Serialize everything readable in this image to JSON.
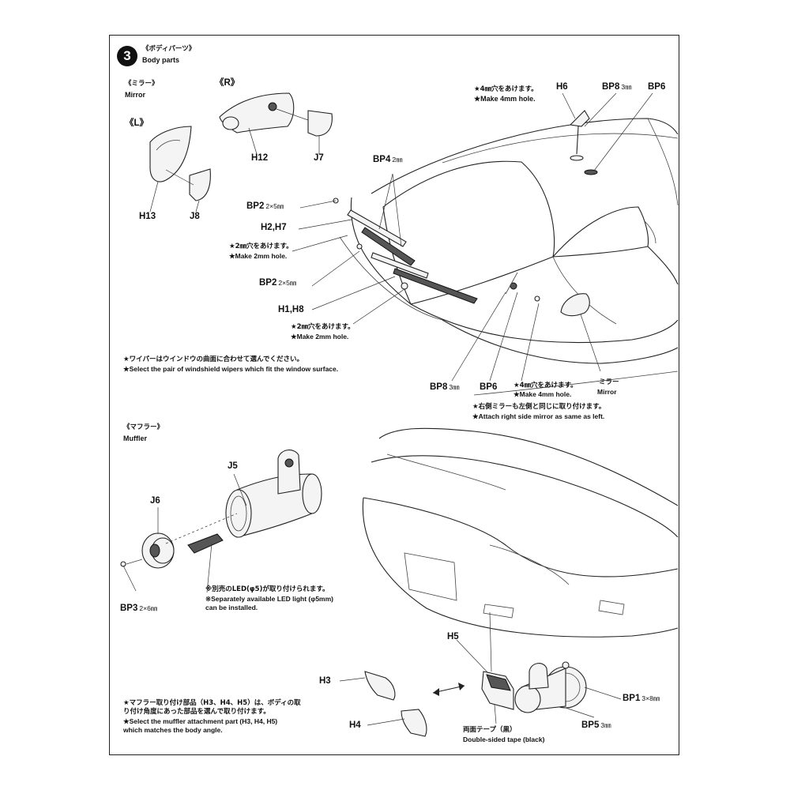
{
  "step": {
    "number": "3",
    "title_jp": "《ボディパーツ》",
    "title_en": "Body parts"
  },
  "mirror": {
    "heading_jp": "《ミラー》",
    "heading_en": "Mirror",
    "left_tag": "《L》",
    "right_tag": "《R》",
    "labels": {
      "h12": "H12",
      "j7": "J7",
      "h13": "H13",
      "j8": "J8"
    }
  },
  "wipers": {
    "bp4": "BP4",
    "bp4_size": "2㎜",
    "bp2_top": "BP2",
    "bp2_top_size": "2×5㎜",
    "h2h7": "H2,H7",
    "hole1_jp": "★2㎜穴をあけます。",
    "hole1_en": "★Make 2mm hole.",
    "bp2_bottom": "BP2",
    "bp2_bottom_size": "2×5㎜",
    "h1h8": "H1,H8",
    "hole2_jp": "★2㎜穴をあけます。",
    "hole2_en": "★Make 2mm hole.",
    "note_jp": "★ワイパーはウインドウの曲面に合わせて選んでください。",
    "note_en": "★Select the pair of windshield wipers which fit the window surface."
  },
  "antenna": {
    "hole_jp": "★4㎜穴をあけます。",
    "hole_en": "★Make 4mm hole.",
    "h6": "H6",
    "bp8": "BP8",
    "bp8_size": "3㎜",
    "bp6": "BP6"
  },
  "side_mirror": {
    "bp8": "BP8",
    "bp8_size": "3㎜",
    "bp6": "BP6",
    "hole_jp": "★4㎜穴をあけます。",
    "hole_en": "★Make 4mm hole.",
    "mirror_jp": "ミラー",
    "mirror_en": "Mirror",
    "note_jp": "★右側ミラーも左側と同じに取り付けます。",
    "note_en": "★Attach right side mirror as same as left."
  },
  "muffler": {
    "heading_jp": "《マフラー》",
    "heading_en": "Muffler",
    "j5": "J5",
    "j6": "J6",
    "bp3": "BP3",
    "bp3_size": "2×6㎜",
    "led_jp": "※別売のLED(φ5)が取り付けられます。",
    "led_en1": "※Separately available LED light (φ5mm)",
    "led_en2": "can be installed."
  },
  "muffler_mount": {
    "h5": "H5",
    "h3": "H3",
    "h4": "H4",
    "bp1": "BP1",
    "bp1_size": "3×8㎜",
    "bp5": "BP5",
    "bp5_size": "3㎜",
    "tape_jp": "両面テープ（黒）",
    "tape_en": "Double-sided tape (black)",
    "note_jp1": "★マフラー取り付け部品（H3、H4、H5）は、ボディの取",
    "note_jp2": "り付け角度にあった部品を選んで取り付けます。",
    "note_en1": "★Select the muffler attachment part (H3, H4, H5)",
    "note_en2": "which matches the body angle."
  }
}
